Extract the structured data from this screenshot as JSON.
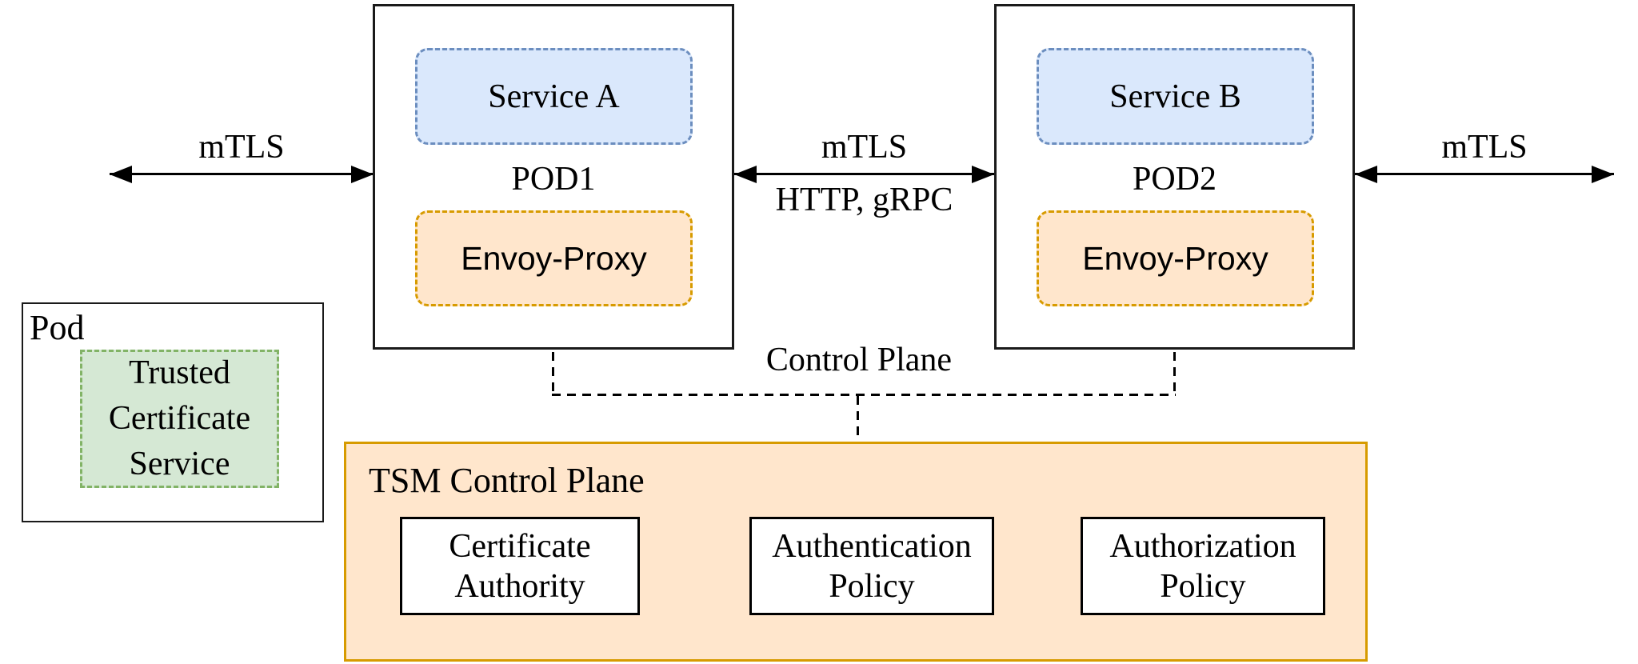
{
  "pods": [
    {
      "name": "POD1",
      "service": "Service A",
      "proxy": "Envoy-Proxy"
    },
    {
      "name": "POD2",
      "service": "Service B",
      "proxy": "Envoy-Proxy"
    }
  ],
  "links": {
    "left_mtls": "mTLS",
    "mid_mtls": "mTLS",
    "mid_protocols": "HTTP, gRPC",
    "right_mtls": "mTLS",
    "control_plane": "Control Plane"
  },
  "trusted_pod": {
    "title": "Pod",
    "service": "Trusted Certificate Service"
  },
  "tsm": {
    "title": "TSM Control Plane",
    "components": [
      "Certificate Authority",
      "Authentication Policy",
      "Authorization Policy"
    ]
  },
  "colors": {
    "service_fill": "#dae8fc",
    "service_border": "#6c8ebf",
    "proxy_fill": "#ffe6cc",
    "proxy_border": "#d79b00",
    "trusted_fill": "#d5e8d4",
    "trusted_border": "#82b366",
    "tsm_fill": "#ffe6cc",
    "tsm_border": "#d79b00",
    "line": "#000000"
  }
}
